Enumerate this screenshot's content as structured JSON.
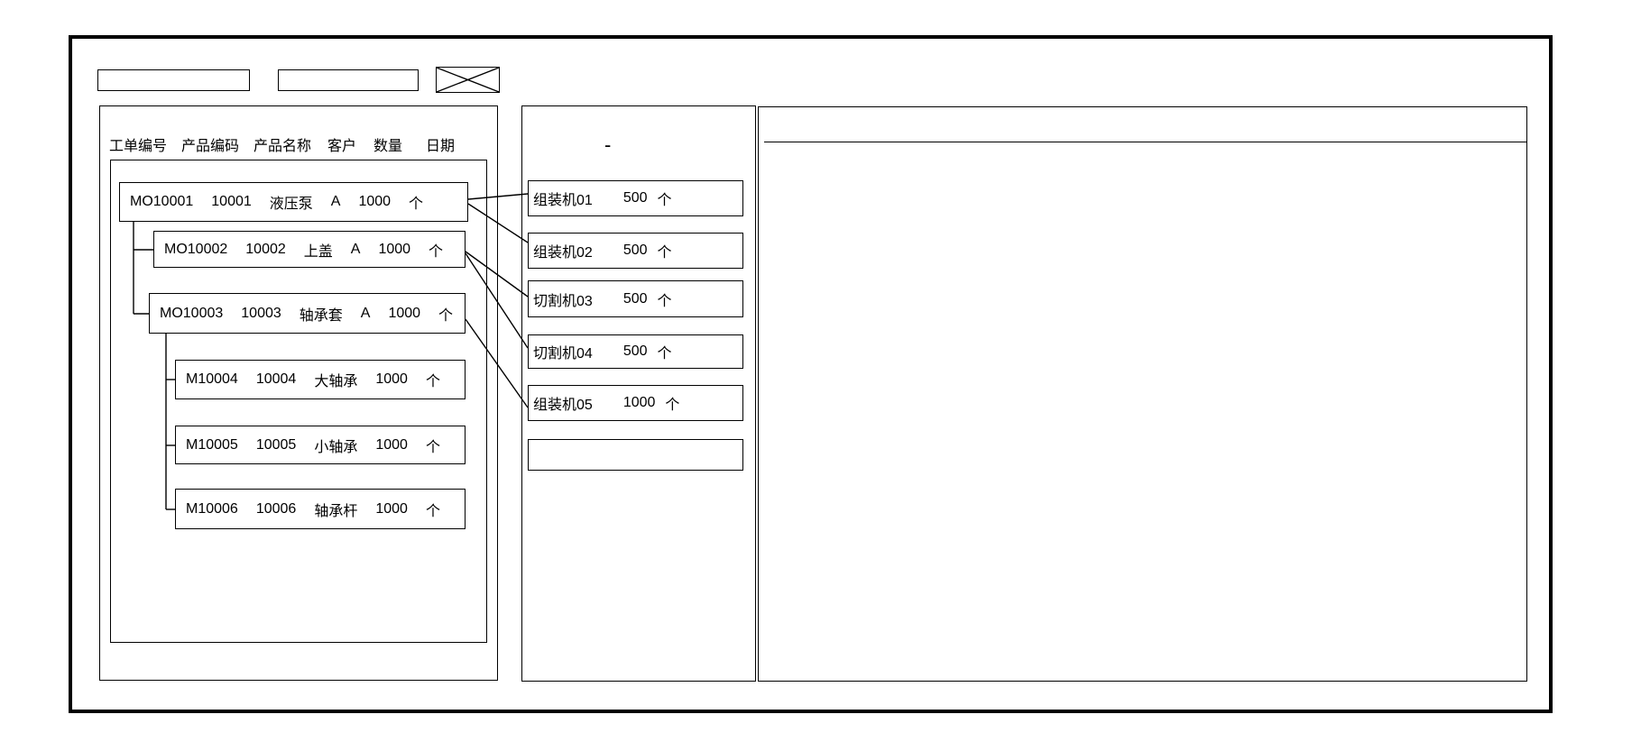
{
  "colors": {
    "line": "#000000",
    "background": "#ffffff"
  },
  "toolbar": {
    "field1": {
      "value": ""
    },
    "field2": {
      "value": ""
    },
    "placeholder_icon": "crossed-box"
  },
  "left_panel": {
    "columns": [
      "工单编号",
      "产品编码",
      "产品名称",
      "客户",
      "数量",
      "日期"
    ],
    "orders": [
      {
        "order_no": "MO10001",
        "product_code": "10001",
        "product_name": "液压泵",
        "customer": "A",
        "qty": "1000",
        "unit": "个",
        "level": 0,
        "parent": ""
      },
      {
        "order_no": "MO10002",
        "product_code": "10002",
        "product_name": "上盖",
        "customer": "A",
        "qty": "1000",
        "unit": "个",
        "level": 1,
        "parent": "MO10001"
      },
      {
        "order_no": "MO10003",
        "product_code": "10003",
        "product_name": "轴承套",
        "customer": "A",
        "qty": "1000",
        "unit": "个",
        "level": 1,
        "parent": "MO10001"
      },
      {
        "order_no": "M10004",
        "product_code": "10004",
        "product_name": "大轴承",
        "customer": "",
        "qty": "1000",
        "unit": "个",
        "level": 2,
        "parent": "MO10003"
      },
      {
        "order_no": "M10005",
        "product_code": "10005",
        "product_name": "小轴承",
        "customer": "",
        "qty": "1000",
        "unit": "个",
        "level": 2,
        "parent": "MO10003"
      },
      {
        "order_no": "M10006",
        "product_code": "10006",
        "product_name": "轴承杆",
        "customer": "",
        "qty": "1000",
        "unit": "个",
        "level": 2,
        "parent": "MO10003"
      }
    ]
  },
  "middle_panel": {
    "stray_mark": "-",
    "machines": [
      {
        "name": "组装机01",
        "qty": "500",
        "unit": "个"
      },
      {
        "name": "组装机02",
        "qty": "500",
        "unit": "个"
      },
      {
        "name": "切割机03",
        "qty": "500",
        "unit": "个"
      },
      {
        "name": "切割机04",
        "qty": "500",
        "unit": "个"
      },
      {
        "name": "组装机05",
        "qty": "1000",
        "unit": "个"
      },
      {
        "name": "",
        "qty": "",
        "unit": ""
      }
    ]
  },
  "links": [
    {
      "from": "MO10001",
      "to": "组装机01"
    },
    {
      "from": "MO10001",
      "to": "组装机02"
    },
    {
      "from": "MO10002",
      "to": "切割机03"
    },
    {
      "from": "MO10002",
      "to": "切割机04"
    },
    {
      "from": "MO10003",
      "to": "组装机05"
    }
  ],
  "right_panel": {
    "content": ""
  }
}
